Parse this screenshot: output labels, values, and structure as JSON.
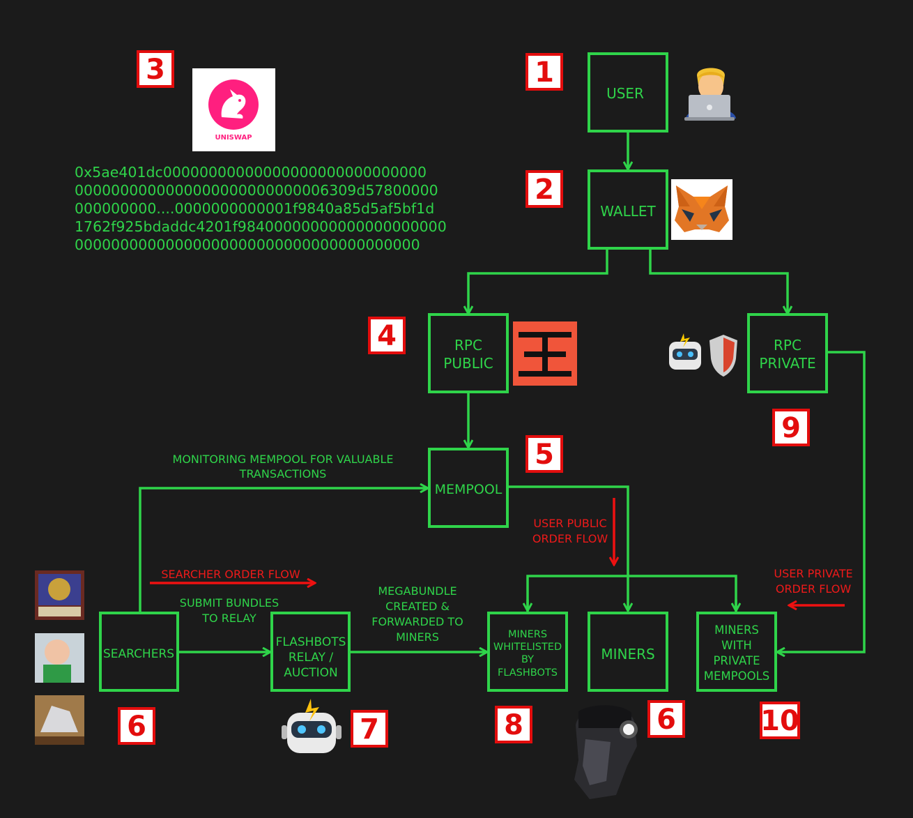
{
  "nodes": {
    "user": "USER",
    "wallet": "WALLET",
    "rpc_public": [
      "RPC",
      "PUBLIC"
    ],
    "rpc_private": [
      "RPC",
      "PRIVATE"
    ],
    "mempool": "MEMPOOL",
    "searchers": "SEARCHERS",
    "relay": [
      "FLASHBOTS",
      "RELAY /",
      "AUCTION"
    ],
    "miners_whitelisted": [
      "MINERS",
      "WHITELISTED",
      "BY",
      "FLASHBOTS"
    ],
    "miners": "MINERS",
    "miners_private": [
      "MINERS",
      "WITH",
      "PRIVATE",
      "MEMPOOLS"
    ]
  },
  "annotations": {
    "monitoring": [
      "MONITORING MEMPOOL FOR VALUABLE",
      "TRANSACTIONS"
    ],
    "searcher_flow": "SEARCHER ORDER FLOW",
    "submit_bundles": [
      "SUBMIT BUNDLES",
      "TO RELAY"
    ],
    "megabundle": [
      "MEGABUNDLE",
      "CREATED &",
      "FORWARDED TO",
      "MINERS"
    ],
    "user_public_flow": [
      "USER PUBLIC",
      "ORDER FLOW"
    ],
    "user_private_flow": [
      "USER PRIVATE",
      "ORDER FLOW"
    ]
  },
  "calldata": [
    "0x5ae401dc00000000000000000000000000000",
    "0000000000000000000000000006309d57800000",
    "000000000....0000000000001f9840a85d5af5bf1d",
    "1762f925bdaddc4201f98400000000000000000000",
    "00000000000000000000000000000000000000"
  ],
  "uniswap_logo_text": "UNISWAP",
  "badges": {
    "user": "1",
    "wallet": "2",
    "uniswap": "3",
    "rpc_public": "4",
    "mempool": "5",
    "searchers": "6",
    "relay": "7",
    "miners_whitelisted": "8",
    "miners": "6",
    "rpc_private": "9",
    "miners_private": "10"
  },
  "colors": {
    "background": "#1b1b1b",
    "flow_green": "#2fd44a",
    "flow_red": "#ee1111",
    "badge_red": "#e30d0d",
    "uniswap_pink": "#ff1f7f",
    "rpc_orange": "#f0553a"
  },
  "icons": {
    "user": "person-with-laptop-icon",
    "wallet": "fox-wallet-icon",
    "uniswap": "unicorn-logo-icon",
    "rpc_public": "rpc-logo-icon",
    "rpc_private": "robot-and-shield-icon",
    "searchers": "searcher-avatars-icon",
    "relay": "robot-icon",
    "miners": "miner-helmet-icon"
  }
}
